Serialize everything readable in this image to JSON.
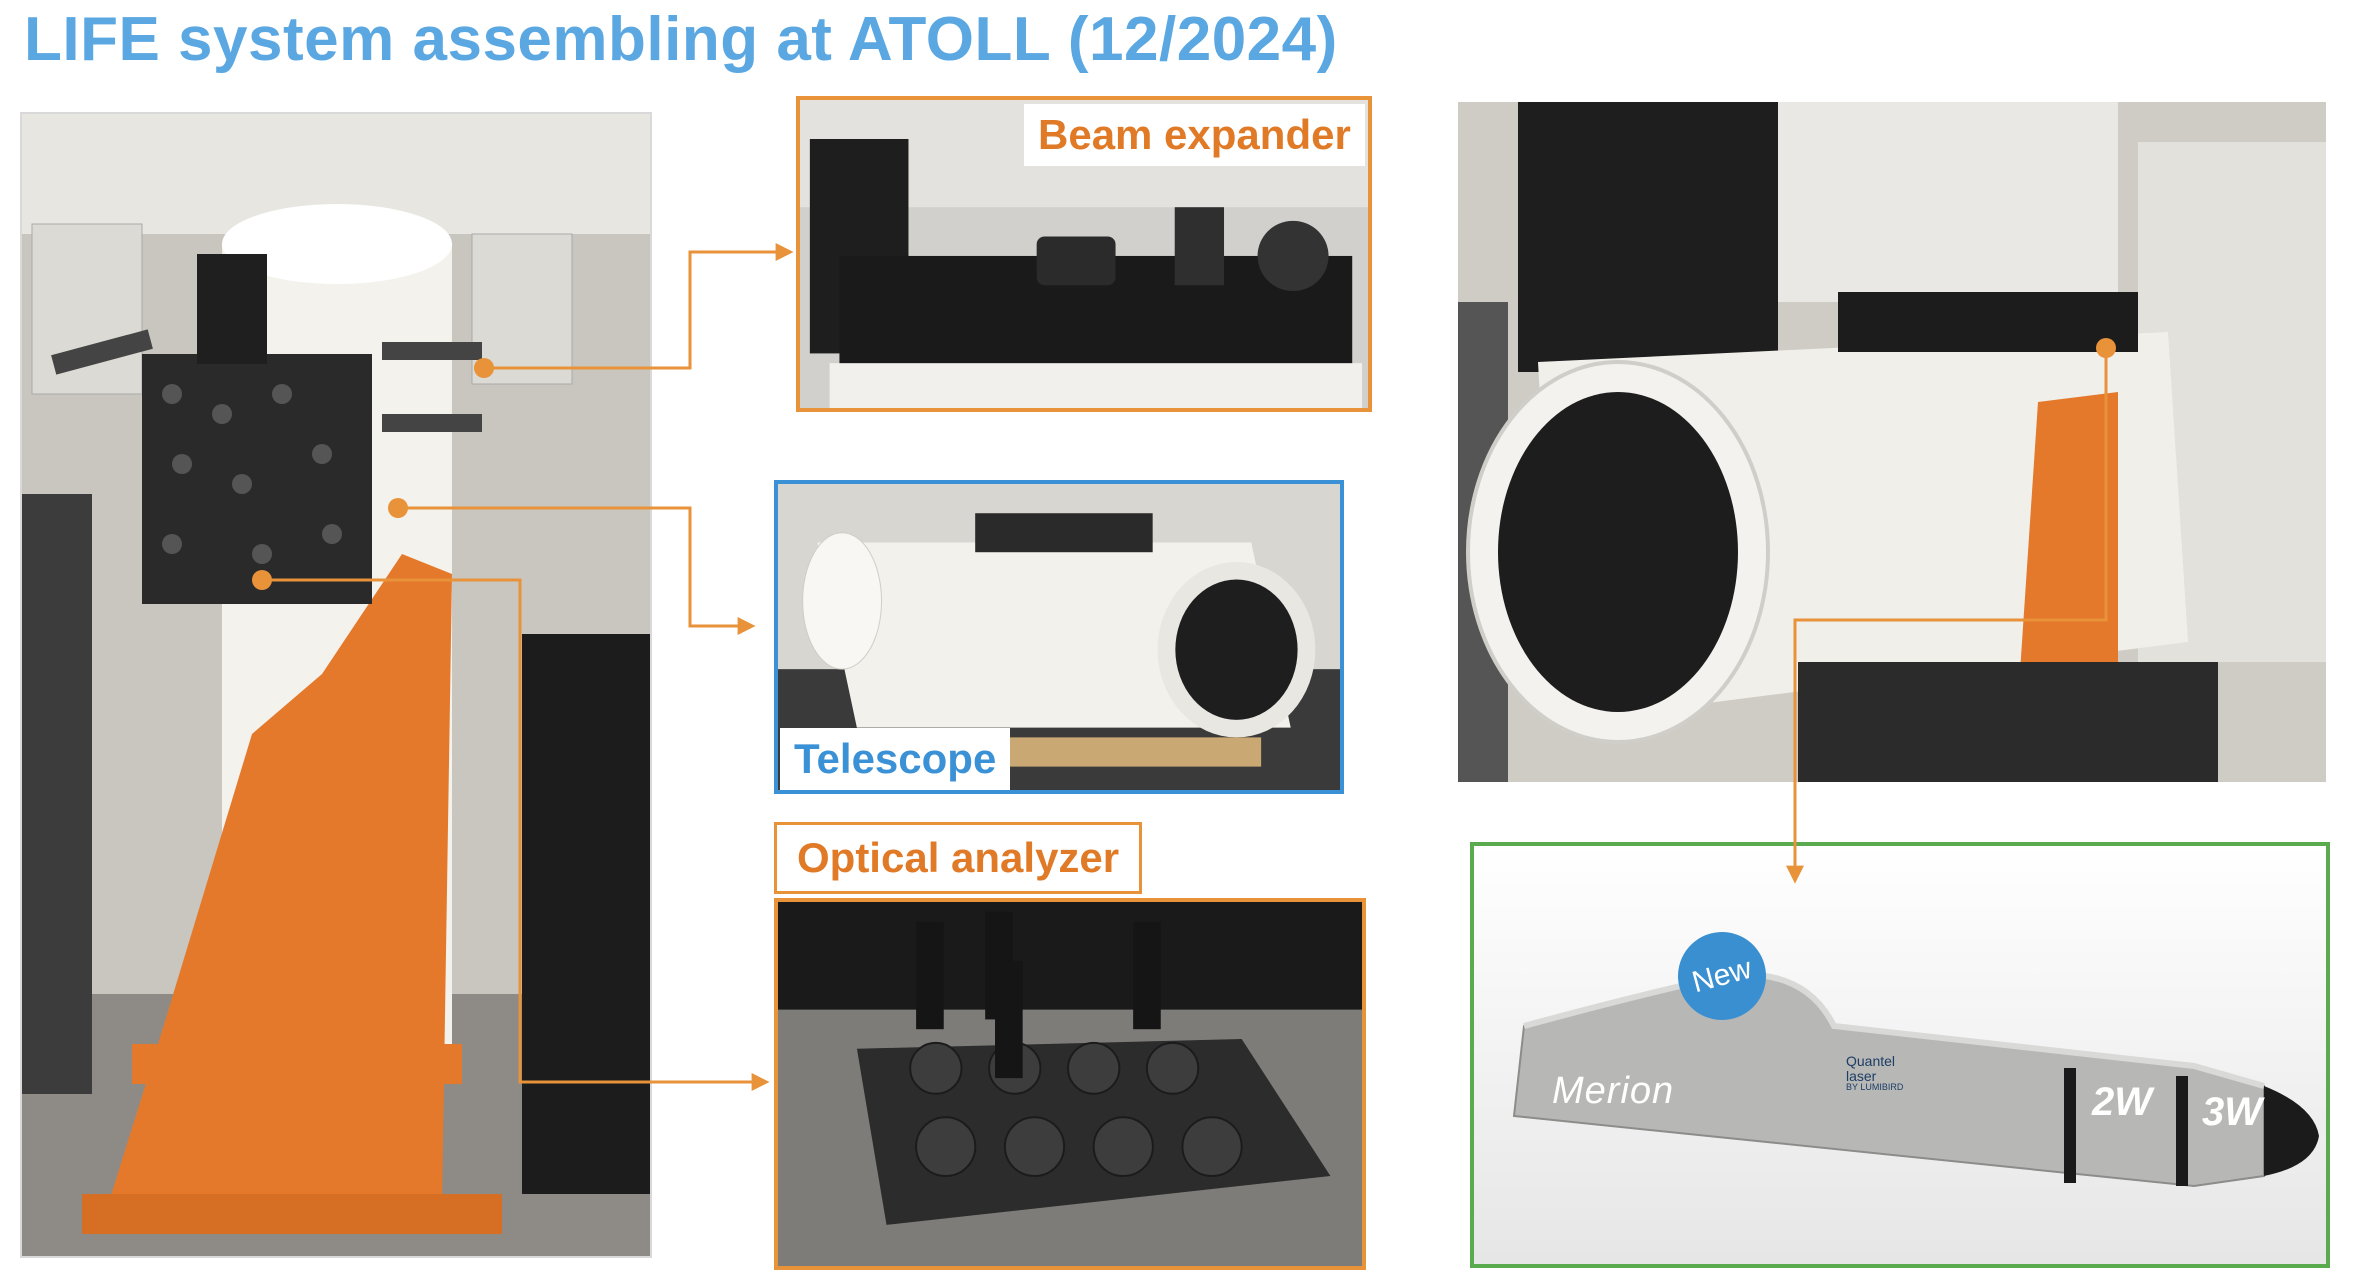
{
  "title": "LIFE system assembling at ATOLL (12/2024)",
  "labels": {
    "beam_expander": "Beam expander",
    "telescope": "Telescope",
    "optical_analyzer": "Optical analyzer"
  },
  "laser_product": {
    "badge": "New",
    "brand": "Merion",
    "maker_line1": "Quantel",
    "maker_line2": "laser",
    "maker_line3": "BY LUMIBIRD",
    "module_2w": "2W",
    "module_3w": "3W"
  },
  "colors": {
    "title": "#5aa7e2",
    "orange": "#e8923a",
    "blue": "#3b91d5",
    "green": "#5aab4e"
  }
}
